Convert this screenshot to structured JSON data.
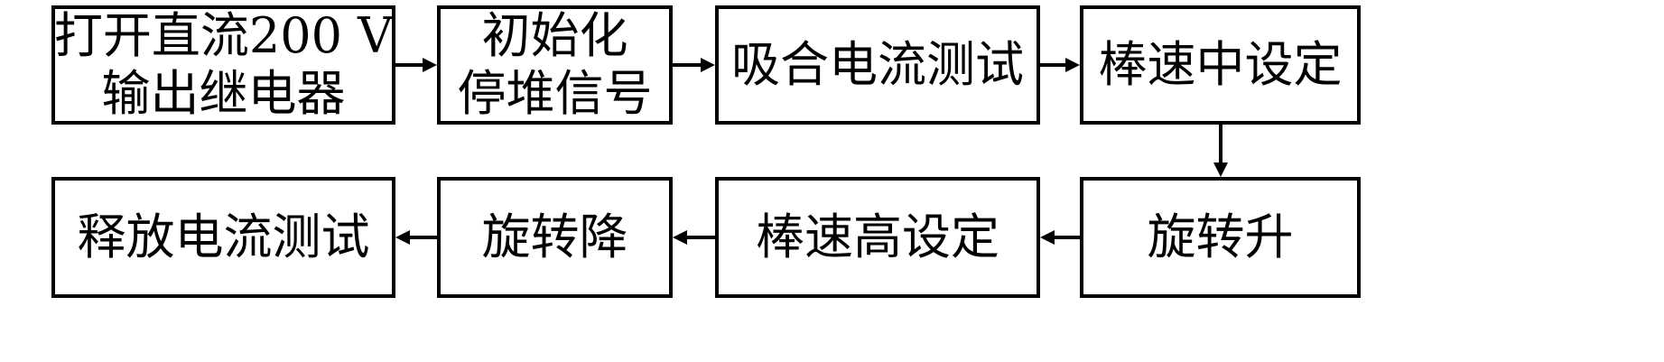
{
  "diagram": {
    "row1": [
      {
        "lines": [
          "打开直流200 V",
          "输出继电器"
        ]
      },
      {
        "lines": [
          "初始化",
          "停堆信号"
        ]
      },
      {
        "lines": [
          "吸合电流测试"
        ]
      },
      {
        "lines": [
          "棒速中设定"
        ]
      }
    ],
    "row2": [
      {
        "lines": [
          "释放电流测试"
        ]
      },
      {
        "lines": [
          "旋转降"
        ]
      },
      {
        "lines": [
          "棒速高设定"
        ]
      },
      {
        "lines": [
          "旋转升"
        ]
      }
    ]
  }
}
